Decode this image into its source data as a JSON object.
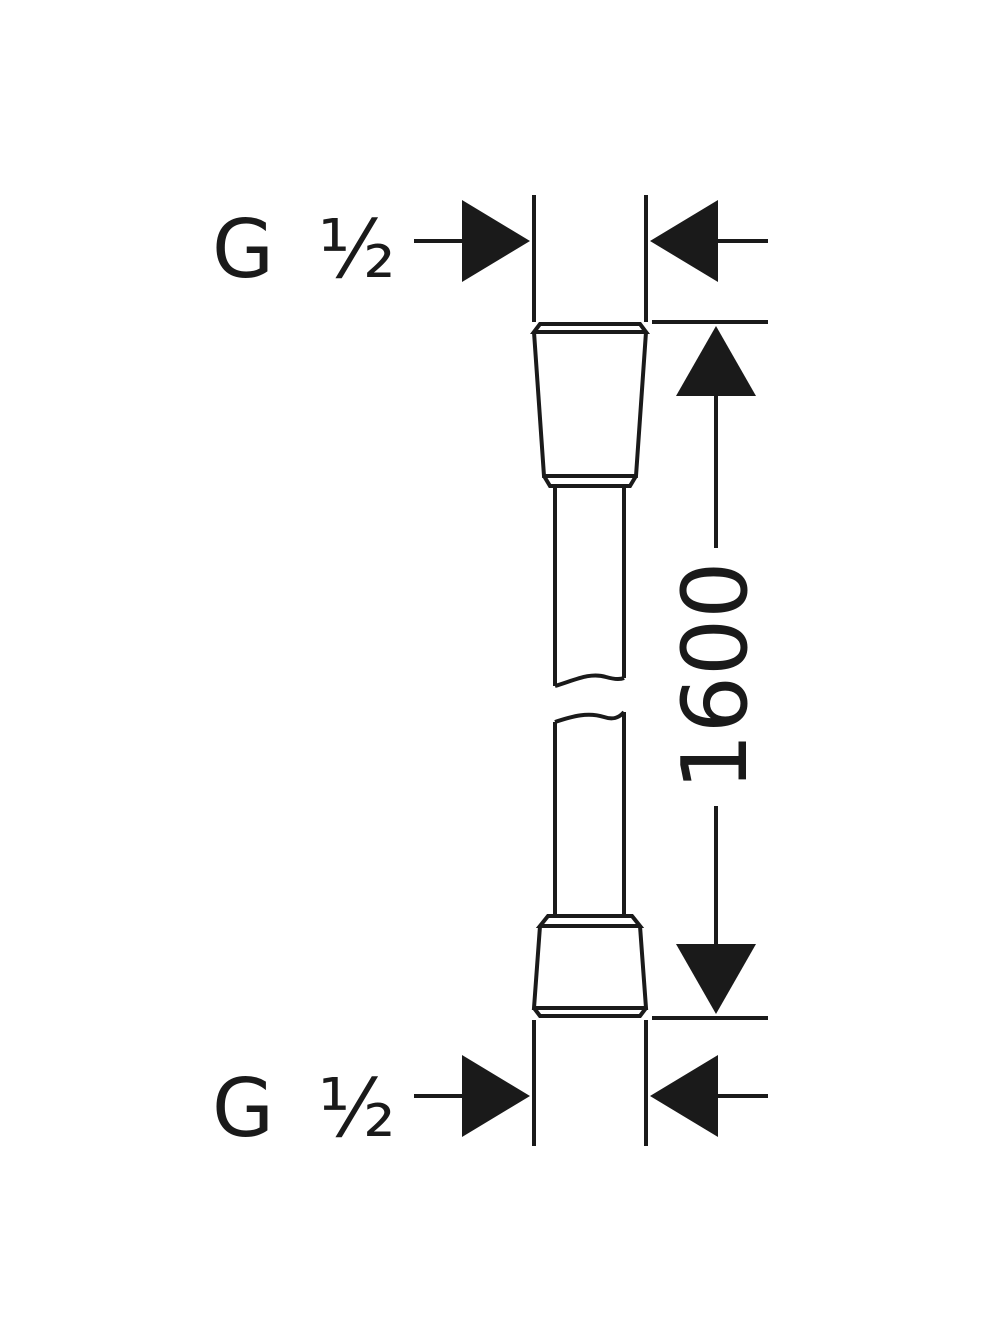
{
  "diagram": {
    "top_thread": {
      "letter": "G",
      "size": "½"
    },
    "bottom_thread": {
      "letter": "G",
      "size": "½"
    },
    "length_dimension": "1600",
    "ink_color": "#1a1a1a",
    "background_color": "#ffffff"
  }
}
